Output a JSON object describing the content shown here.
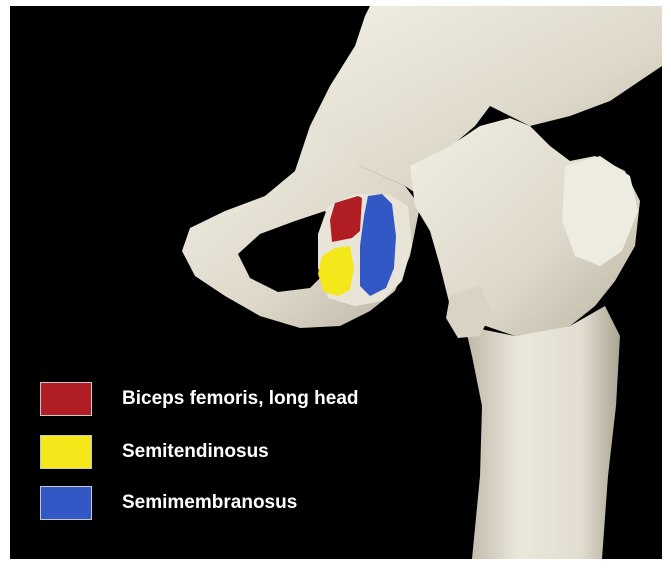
{
  "figure": {
    "background_color": "#000000",
    "bone_color": "#e6e2d6",
    "legend": [
      {
        "label": "Biceps femoris, long head",
        "color": "#b01e23"
      },
      {
        "label": "Semitendinosus",
        "color": "#f4e81a"
      },
      {
        "label": "Semimembranosus",
        "color": "#3158c4"
      }
    ]
  }
}
